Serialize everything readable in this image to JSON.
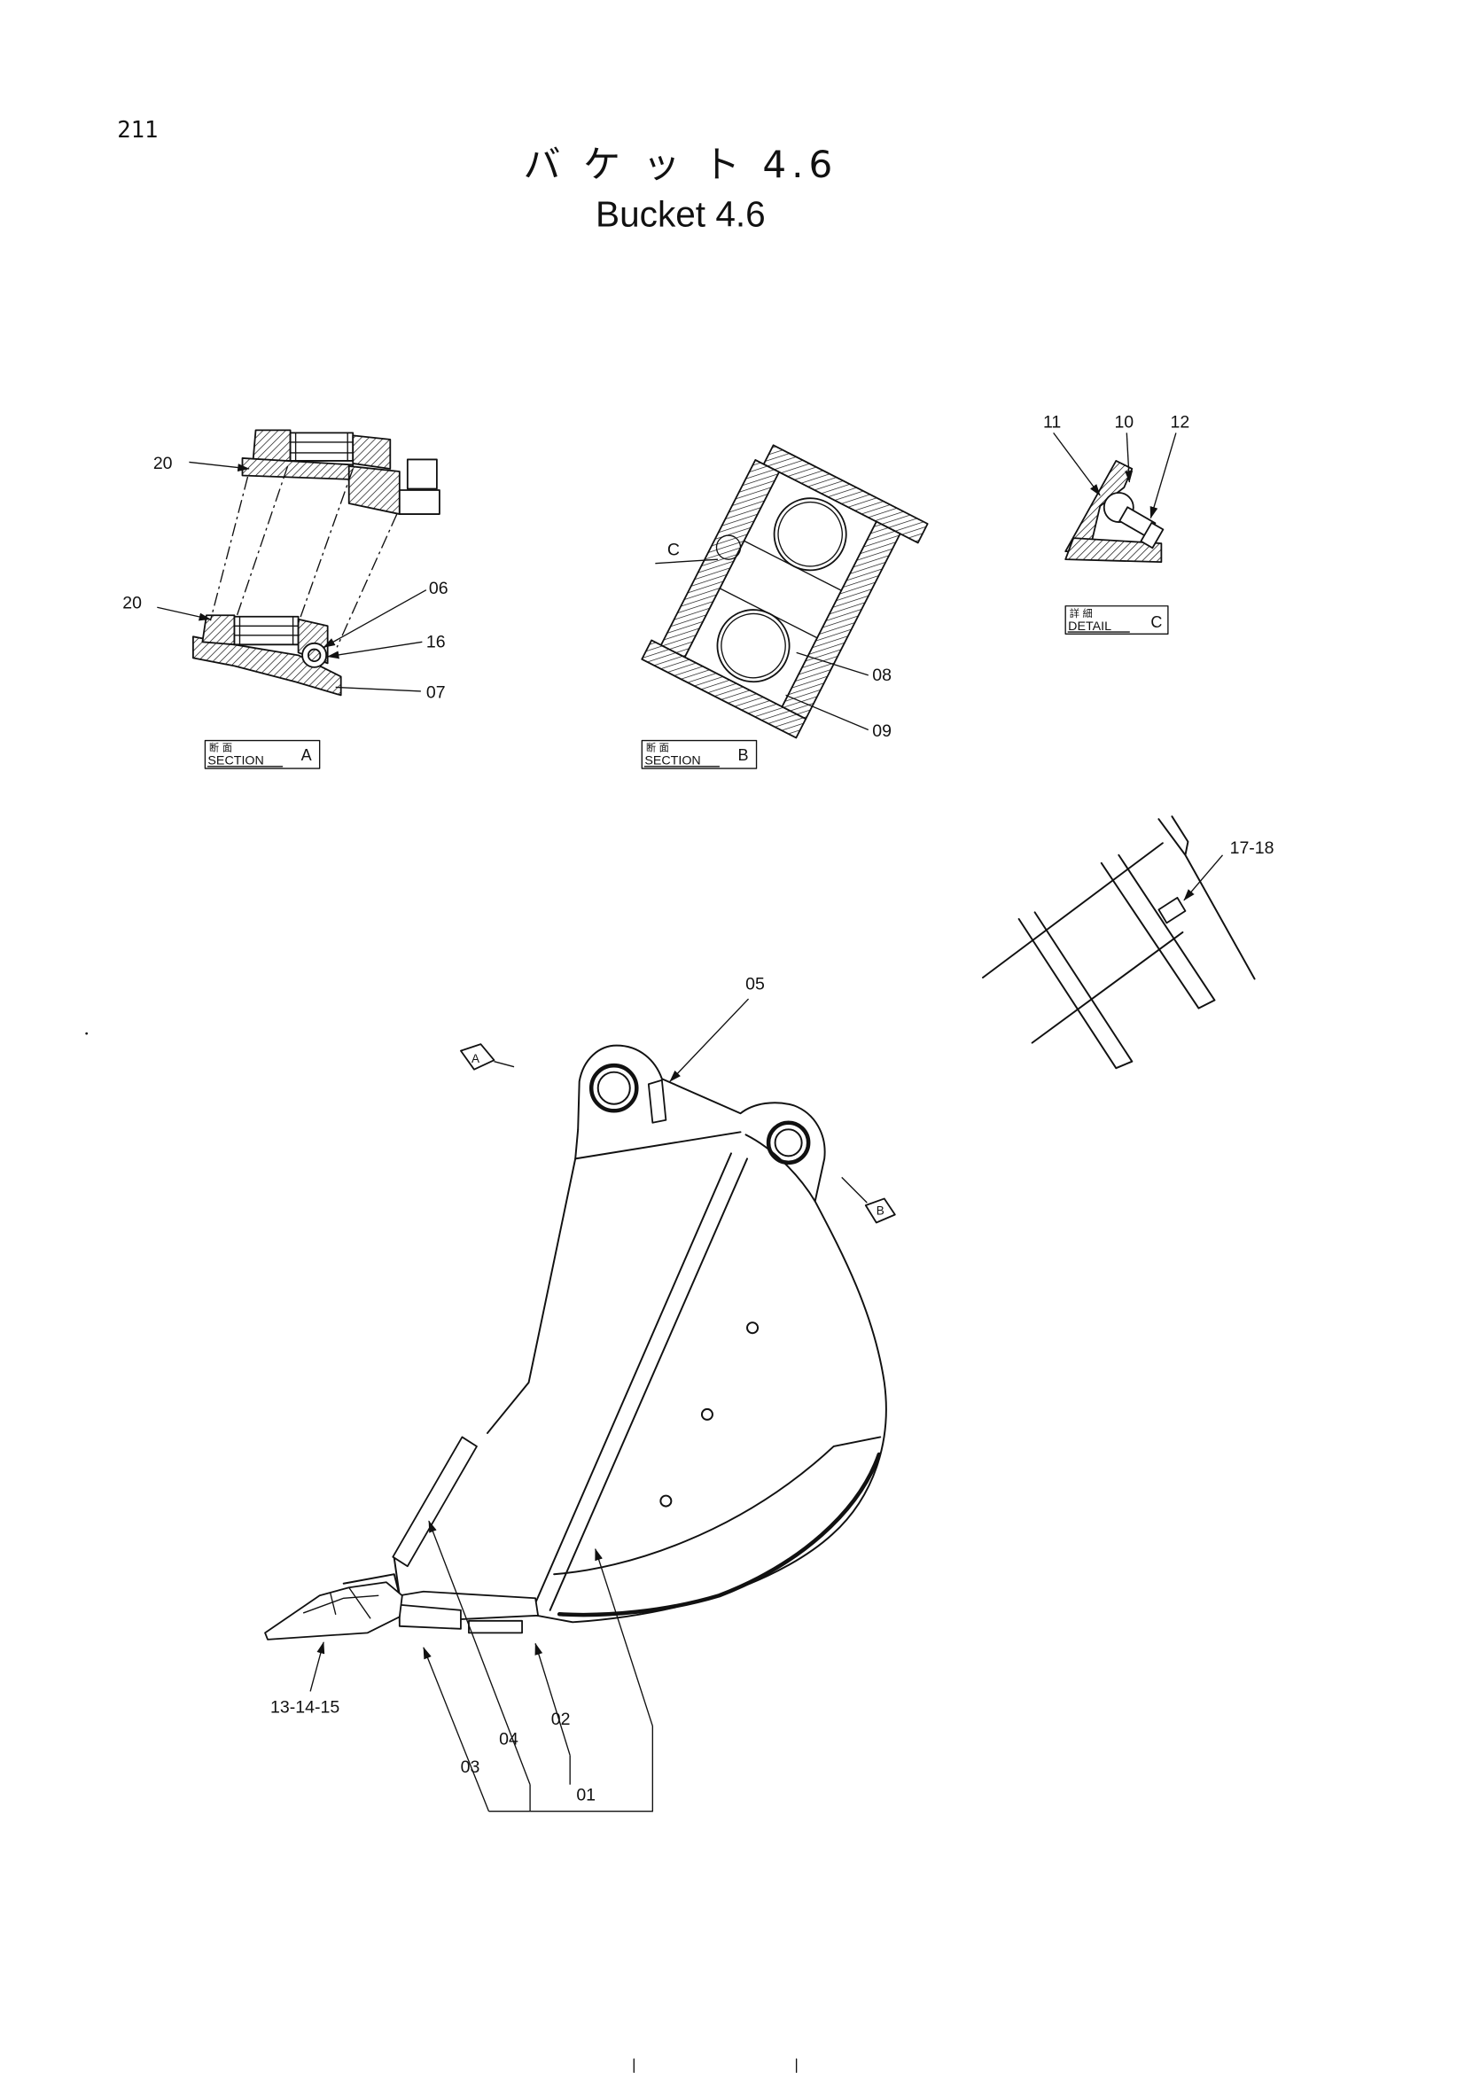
{
  "page": {
    "number": "211",
    "title_jp": "バ ケ ッ ト 4.6",
    "title_en": "Bucket 4.6"
  },
  "section_a": {
    "tag_jp": "断 面",
    "tag_en": "SECTION",
    "tag_letter": "A",
    "callouts": [
      "20",
      "20",
      "06",
      "16",
      "07"
    ]
  },
  "section_b": {
    "tag_jp": "断 面",
    "tag_en": "SECTION",
    "tag_letter": "B",
    "callouts": [
      "C",
      "08",
      "09"
    ]
  },
  "detail_c": {
    "tag_jp": "詳 細",
    "tag_en": "DETAIL",
    "tag_letter": "C",
    "callouts": [
      "11",
      "10",
      "12"
    ]
  },
  "boom_detail": {
    "callouts": [
      "17-18"
    ]
  },
  "bucket": {
    "view_markers": [
      "A",
      "B"
    ],
    "callouts": [
      "05",
      "13-14-15",
      "04",
      "02",
      "03",
      "01"
    ]
  },
  "colors": {
    "ink": "#111111",
    "paper": "#ffffff"
  }
}
